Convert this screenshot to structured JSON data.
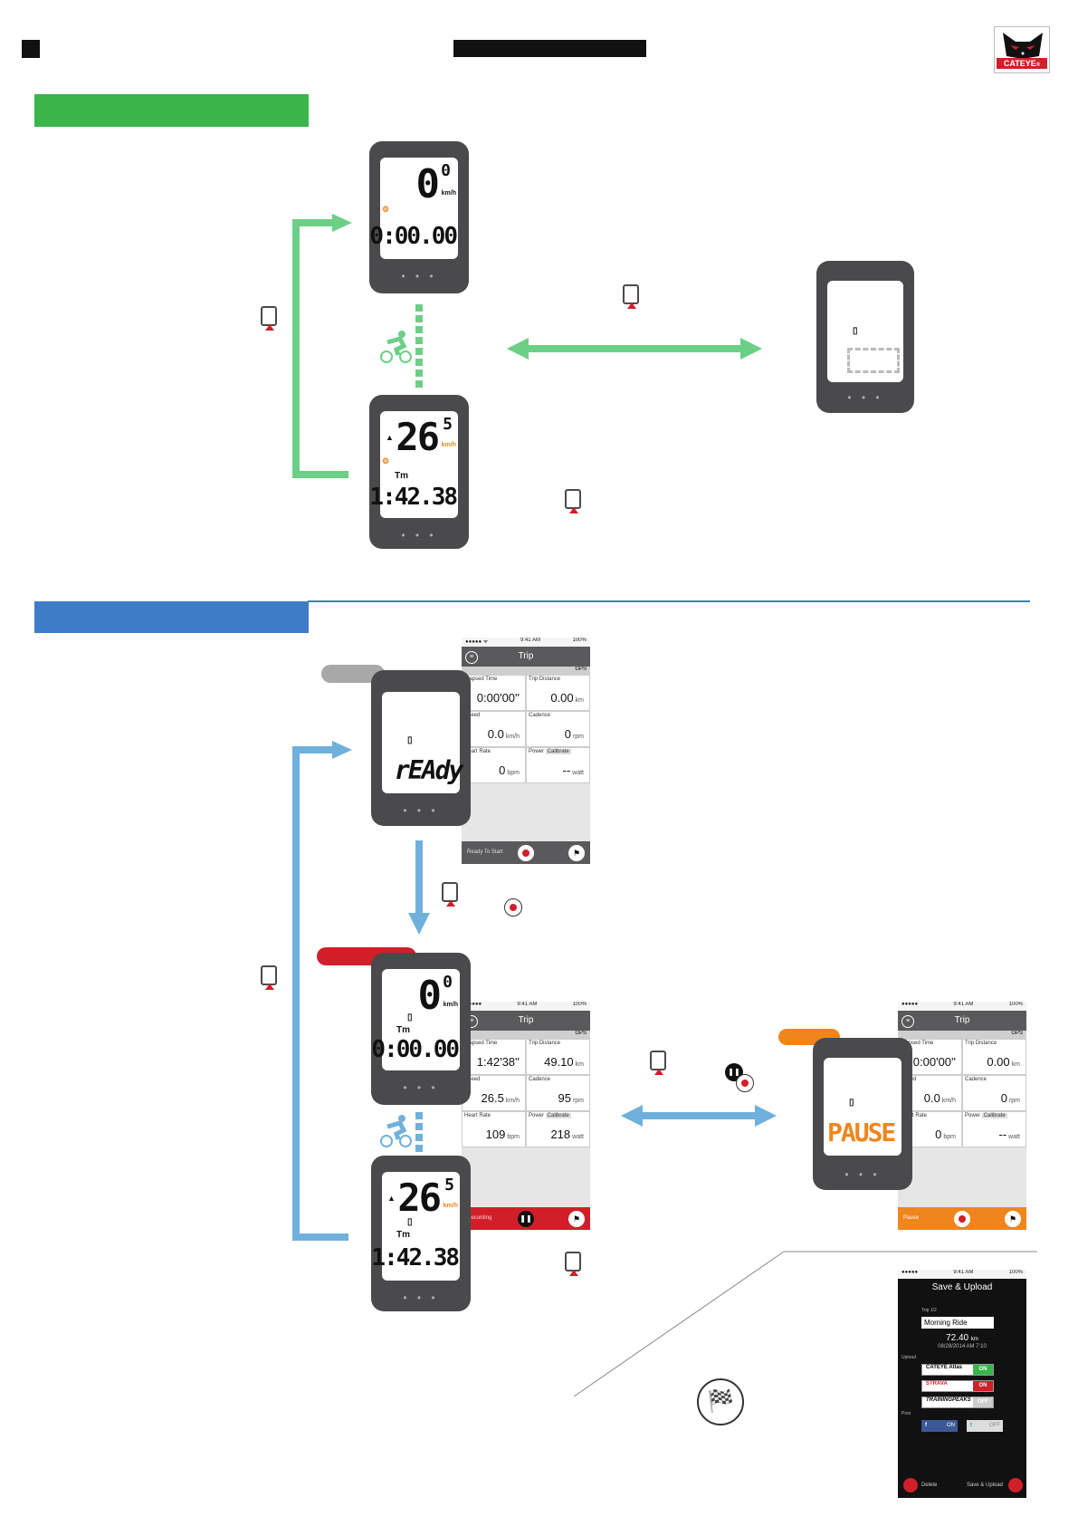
{
  "brand": {
    "logo_text": "CATEYE",
    "registered": "®"
  },
  "section1": {
    "device_top": {
      "speed": "0",
      "speed_dec": "0",
      "unit": "km/h",
      "bottom": "0:00.00"
    },
    "device_bottom": {
      "speed": "26",
      "speed_dec": "5",
      "unit": "km/h",
      "tm": "Tm",
      "bottom": "1:42.38",
      "arrow": "▲"
    },
    "device_right": {}
  },
  "section2": {
    "device_ready": {
      "text": "rEAdy"
    },
    "device_rec": {
      "speed": "0",
      "speed_dec": "0",
      "unit": "km/h",
      "tm": "Tm",
      "bottom": "0:00.00"
    },
    "device_rec2": {
      "speed": "26",
      "speed_dec": "5",
      "unit": "km/h",
      "tm": "Tm",
      "bottom": "1:42.38",
      "arrow": "▲"
    },
    "device_pause": {
      "text": "PAUSE"
    },
    "phone_ready": {
      "status_time": "9:41 AM",
      "status_batt": "100%",
      "status_signal": "●●●●● ᯤ",
      "title": "Trip",
      "gps": "GPS",
      "cells": [
        {
          "label": "Elapsed Time",
          "value": "0:00'00''",
          "unit": ""
        },
        {
          "label": "Trip Distance",
          "value": "0.00",
          "unit": "km"
        },
        {
          "label": "Speed",
          "value": "0.0",
          "unit": "km/h"
        },
        {
          "label": "Cadence",
          "value": "0",
          "unit": "rpm"
        },
        {
          "label": "Heart Rate",
          "value": "0",
          "unit": "bpm"
        },
        {
          "label": "Power",
          "value": "--",
          "unit": "watt"
        }
      ],
      "calibrate": "Calibrate",
      "bottom_label": "Ready To Start"
    },
    "phone_rec": {
      "status_time": "9:41 AM",
      "status_batt": "100%",
      "title": "Trip",
      "gps": "GPS",
      "cells": [
        {
          "label": "Elapsed Time",
          "value": "1:42'38''",
          "unit": ""
        },
        {
          "label": "Trip Distance",
          "value": "49.10",
          "unit": "km"
        },
        {
          "label": "Speed",
          "value": "26.5",
          "unit": "km/h"
        },
        {
          "label": "Cadence",
          "value": "95",
          "unit": "rpm"
        },
        {
          "label": "Heart Rate",
          "value": "109",
          "unit": "bpm"
        },
        {
          "label": "Power",
          "value": "218",
          "unit": "watt"
        }
      ],
      "calibrate": "Calibrate",
      "bottom_label": "Recording"
    },
    "phone_pause": {
      "status_time": "9:41 AM",
      "status_batt": "100%",
      "title": "Trip",
      "gps": "GPS",
      "cells": [
        {
          "label": "Elapsed Time",
          "value": "0:00'00''",
          "unit": ""
        },
        {
          "label": "Trip Distance",
          "value": "0.00",
          "unit": "km"
        },
        {
          "label": "Speed",
          "value": "0.0",
          "unit": "km/h"
        },
        {
          "label": "Cadence",
          "value": "0",
          "unit": "rpm"
        },
        {
          "label": "Heart Rate",
          "value": "0",
          "unit": "bpm"
        },
        {
          "label": "Power",
          "value": "--",
          "unit": "watt"
        }
      ],
      "calibrate": "Calibrate",
      "bottom_label": "Pause"
    },
    "phone_save": {
      "status_time": "9:41 AM",
      "status_batt": "100%",
      "title": "Save & Upload",
      "trip_label": "Trip 1/2",
      "trip_name": "Morning Ride",
      "distance": "72.40",
      "distance_unit": "km",
      "date": "08/28/2014 AM 7:10",
      "upload_label": "Upload",
      "services": [
        {
          "name": "CATEYE Atlas",
          "state": "ON"
        },
        {
          "name": "STRAVA",
          "state": "ON"
        },
        {
          "name": "TRAININGPEAKS",
          "state": "OFF"
        }
      ],
      "post_label": "Post",
      "fb_state": "ON",
      "tw_state": "OFF",
      "delete_label": "Delete",
      "save_label": "Save & Upload"
    }
  },
  "colors": {
    "green": "#3ab54a",
    "light_green": "#6ccf86",
    "blue": "#3f7cc8",
    "light_blue": "#6fb0dc",
    "red": "#d11f2a",
    "orange": "#f0851e",
    "gray_tag": "#a8a8a8",
    "device": "#4a4a4c"
  }
}
